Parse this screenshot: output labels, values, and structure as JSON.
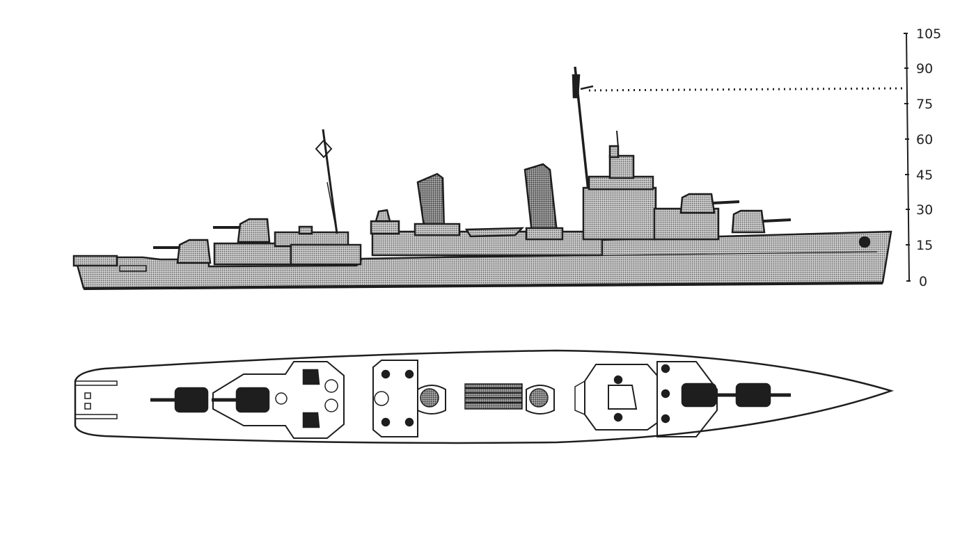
{
  "scale": {
    "ticks": [
      "105",
      "90",
      "75",
      "60",
      "45",
      "30",
      "15",
      "0"
    ]
  },
  "colors": {
    "ink": "#1e1e1e",
    "hull_fill": "#bdbdbd",
    "paper": "#ffffff"
  }
}
